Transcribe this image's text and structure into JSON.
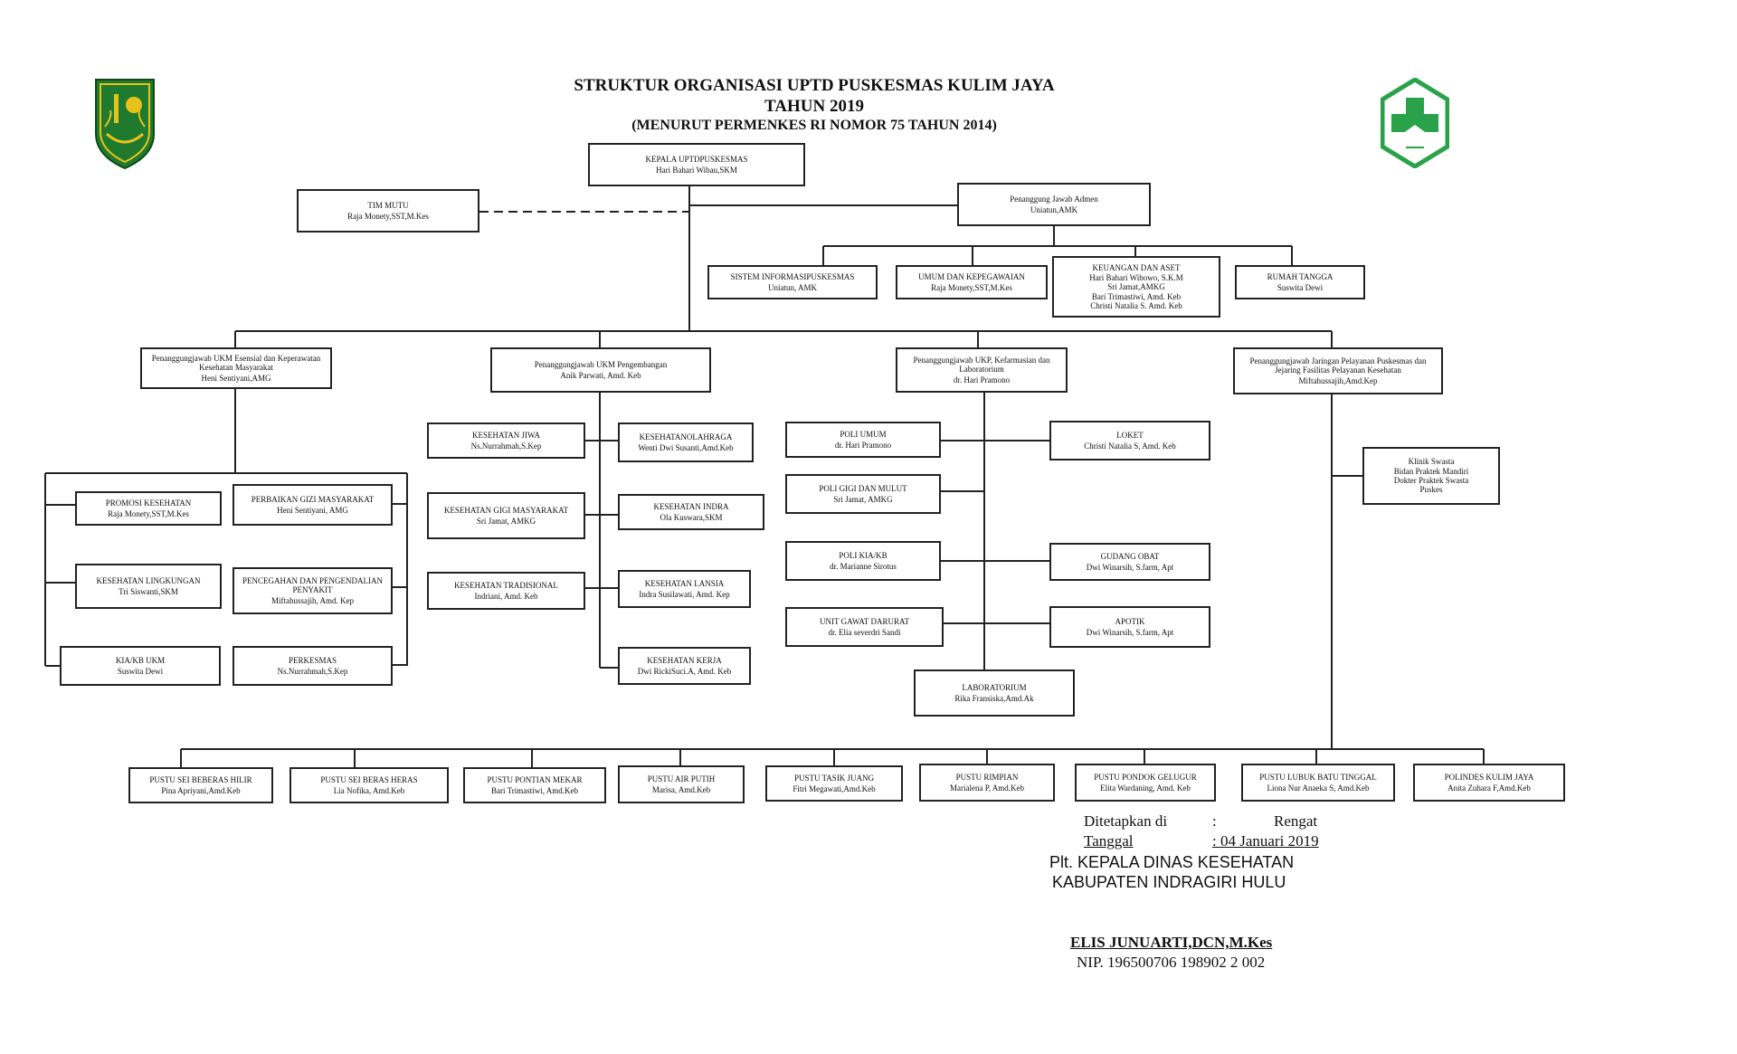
{
  "header": {
    "title": "STRUKTUR ORGANISASI  UPTD PUSKESMAS KULIM JAYA",
    "year": "TAHUN 2019",
    "subtitle": "(MENURUT PERMENKES RI NOMOR 75 TAHUN 2014)"
  },
  "logos": {
    "left": "provincial-emblem-icon",
    "right": "puskesmas-green-cross-icon",
    "colors": {
      "emblem_green": "#1f7a2e",
      "emblem_yellow": "#e8c21a",
      "puskesmas_green": "#2aa24a"
    }
  },
  "org": {
    "head": {
      "title": "KEPALA UPTDPUSKESMAS",
      "name": "Hari Bahari Wibau,SKM"
    },
    "tim_mutu": {
      "title": "TIM MUTU",
      "name": "Raja Monety,SST,M.Kes"
    },
    "admin": {
      "title": "Penanggung Jawab Admen",
      "name": "Uniatun,AMK"
    },
    "admin_units": [
      {
        "title": "SISTEM INFORMASIPUSKESMAS",
        "name": "Uniatun, AMK"
      },
      {
        "title": "UMUM DAN KEPEGAWAIAN",
        "name": "Raja Monety,SST,M.Kes"
      },
      {
        "title": "KEUANGAN DAN ASET",
        "name": "Hari Bahari Wibowo, S.K.M\nSri Jamat,AMKG\nBari Trimastiwi, Amd. Keb\nChristi Natalia S. Amd. Keb"
      },
      {
        "title": "RUMAH TANGGA",
        "name": "Suswita Dewi"
      }
    ],
    "pj_ukm_esensial": {
      "title": "Penanggungjawab UKM Esensial dan Keperawatan Kesehatan Masyarakat",
      "name": "Heni Sentiyani,AMG"
    },
    "pj_ukm_pengembangan": {
      "title": "Penanggungjawab UKM Pengembangan",
      "name": "Anik Parwati, Amd. Keb"
    },
    "pj_ukp": {
      "title": "Penanggungjawab UKP, Kefarmasian dan Laboratorium",
      "name": "dr. Hari Pramono"
    },
    "pj_jaringan": {
      "title": "Penanggungjawab Jaringan Pelayanan Puskesmas dan Jejaring Fasilitas Pelayanan Kesehatan",
      "name": "Miftahussajih,Amd.Kep"
    },
    "ukm_esensial": [
      {
        "title": "PROMOSI KESEHATAN",
        "name": "Raja Monety,SST,M.Kes"
      },
      {
        "title": "PERBAIKAN GIZI MASYARAKAT",
        "name": "Heni Sentiyani, AMG"
      },
      {
        "title": "KESEHATAN LINGKUNGAN",
        "name": "Tri Siswanti,SKM"
      },
      {
        "title": "PENCEGAHAN DAN PENGENDALIAN PENYAKIT",
        "name": "Miftahussajih, Amd. Kep"
      },
      {
        "title": "KIA/KB UKM",
        "name": "Suswita Dewi"
      },
      {
        "title": "PERKESMAS",
        "name": "Ns.Nurrahmah,S.Kep"
      }
    ],
    "ukm_pengembangan": [
      {
        "title": "KESEHATAN JIWA",
        "name": "Ns.Nurrahmah,S.Kep"
      },
      {
        "title": "KESEHATANOLAHRAGA",
        "name": "Wenti Dwi Susanti,Amd.Keb"
      },
      {
        "title": "KESEHATAN GIGI MASYARAKAT",
        "name": "Sri Jamat, AMKG"
      },
      {
        "title": "KESEHATAN INDRA",
        "name": "Ola Kuswara,SKM"
      },
      {
        "title": "KESEHATAN TRADISIONAL",
        "name": "Indriani, Amd. Keb"
      },
      {
        "title": "KESEHATAN LANSIA",
        "name": "Indra Susilawati, Amd. Kep"
      },
      {
        "title": "KESEHATAN KERJA",
        "name": "Dwi RickiSuci.A, Amd. Keb"
      }
    ],
    "ukp": [
      {
        "title": "POLI UMUM",
        "name": "dr. Hari Pramono"
      },
      {
        "title": "LOKET",
        "name": "Christi Natalia S, Amd. Keb"
      },
      {
        "title": "POLI GIGI DAN MULUT",
        "name": "Sri Jamat, AMKG"
      },
      {
        "title": "POLI KIA/KB",
        "name": "dr. Marianne Sirotus"
      },
      {
        "title": "GUDANG OBAT",
        "name": "Dwi Winarsih, S.farm, Apt"
      },
      {
        "title": "UNIT GAWAT DARURAT",
        "name": "dr. Elia severdri Sandi"
      },
      {
        "title": "APOTIK",
        "name": "Dwi Winarsih, S.farm, Apt"
      },
      {
        "title": "LABORATORIUM",
        "name": "Rika Fransiska,Amd.Ak"
      }
    ],
    "jejaring": {
      "lines": [
        "Klinik Swasta",
        "Bidan Praktek Mandiri",
        "Dokter Praktek Swasta",
        "Puskes"
      ]
    },
    "pustu": [
      {
        "title": "PUSTU SEI BEBERAS HILIR",
        "name": "Pina Apriyani,Amd.Keb"
      },
      {
        "title": "PUSTU SEI BERAS HERAS",
        "name": "Lia Nofika, Amd.Keb"
      },
      {
        "title": "PUSTU PONTIAN MEKAR",
        "name": "Bari Trimastiwi, Amd.Keb"
      },
      {
        "title": "PUSTU AIR PUTIH",
        "name": "Marisa, Amd.Keb"
      },
      {
        "title": "PUSTU TASIK JUANG",
        "name": "Fitri Megawati,Amd.Keb"
      },
      {
        "title": "PUSTU RIMPIAN",
        "name": "Marialena P, Amd.Keb"
      },
      {
        "title": "PUSTU PONDOK GELUGUR",
        "name": "Elita Wardaning, Amd. Keb"
      },
      {
        "title": "PUSTU LUBUK BATU TINGGAL",
        "name": "Liona Nur Anaeka S, Amd.Keb"
      },
      {
        "title": "POLINDES KULIM JAYA",
        "name": "Anita Zuhara F,Amd.Keb"
      }
    ]
  },
  "signature": {
    "ditetapkan_label": "Ditetapkan di",
    "ditetapkan_colon": ":",
    "ditetapkan_value": "Rengat",
    "tanggal_label": "Tanggal",
    "tanggal_value": ": 04 Januari 2019",
    "office_line1": "Plt. KEPALA DINAS KESEHATAN",
    "office_line2": "KABUPATEN INDRAGIRI HULU",
    "name": "ELIS JUNUARTI,DCN,M.Kes",
    "nip": "NIP. 196500706 198902 2 002"
  }
}
